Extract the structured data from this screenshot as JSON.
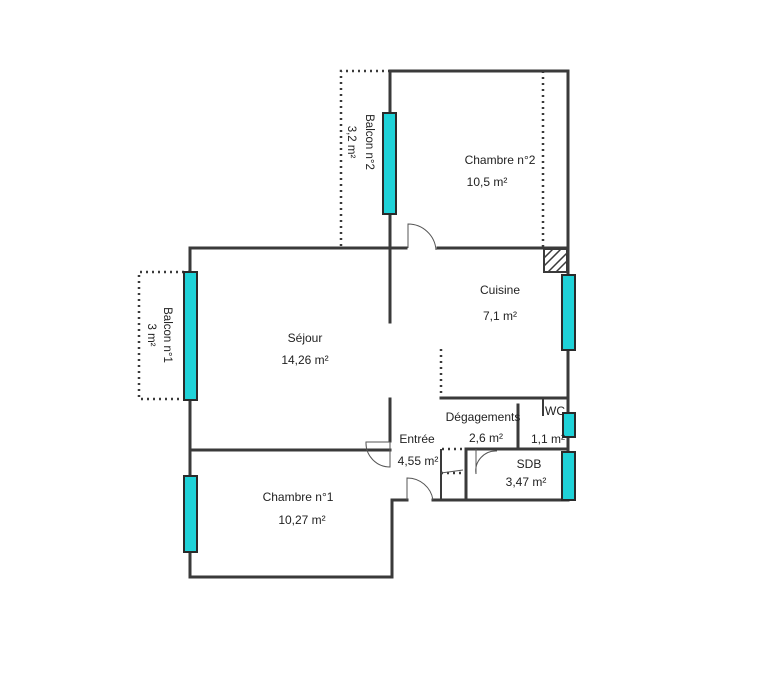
{
  "rooms": [
    {
      "name": "Chambre n°2",
      "area": "10,5  m²"
    },
    {
      "name": "Cuisine",
      "area": "7,1  m²"
    },
    {
      "name": "Séjour",
      "area": "14,26  m²"
    },
    {
      "name": "Dégagements",
      "area": "2,6  m²"
    },
    {
      "name": "WC",
      "area": "1,1  m²"
    },
    {
      "name": "Entrée",
      "area": "4,55  m²"
    },
    {
      "name": "SDB",
      "area": "3,47  m²"
    },
    {
      "name": "Chambre n°1",
      "area": "10,27  m²"
    },
    {
      "name": "Balcon n°2",
      "area": "3,2  m²"
    },
    {
      "name": "Balcon n°1",
      "area": "3  m²"
    }
  ],
  "colors": {
    "wall": "#3a3a3a",
    "window": "#1fd2d8",
    "background": "#ffffff"
  }
}
